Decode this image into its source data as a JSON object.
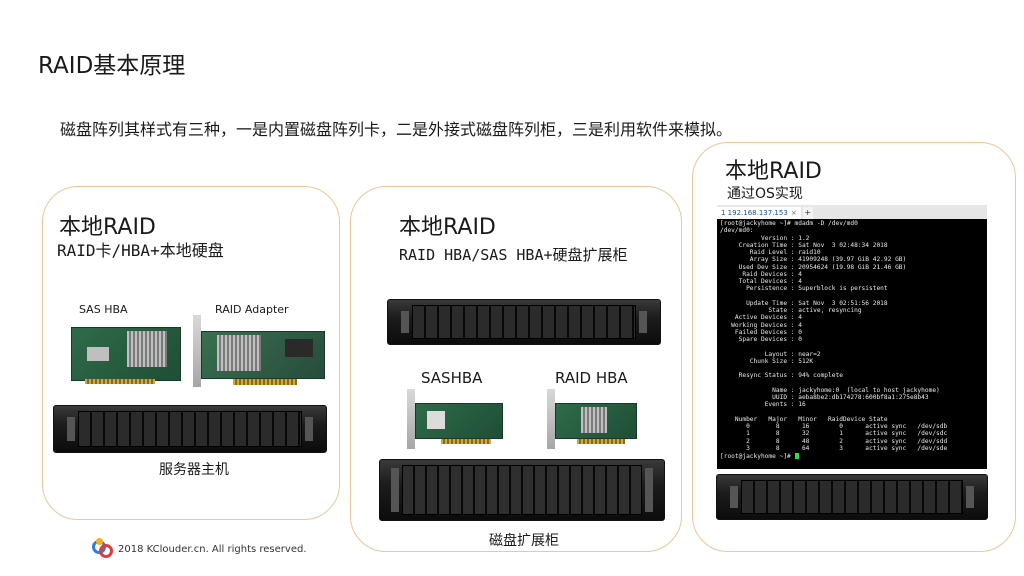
{
  "title": "RAID基本原理",
  "subtitle": "磁盘阵列其样式有三种，一是内置磁盘阵列卡，二是外接式磁盘阵列柜，三是利用软件来模拟。",
  "card1": {
    "title": "本地RAID",
    "subtitle": "RAID卡/HBA+本地硬盘",
    "label_hba": "SAS HBA",
    "label_adapter": "RAID Adapter",
    "caption": "服务器主机"
  },
  "card2": {
    "title": "本地RAID",
    "subtitle": "RAID HBA/SAS HBA+硬盘扩展柜",
    "label_hba": "SASHBA",
    "label_raid": "RAID HBA",
    "caption": "磁盘扩展柜"
  },
  "card3": {
    "title": "本地RAID",
    "subtitle": "通过OS实现"
  },
  "terminal": {
    "tab_label": "1 192.168.137.153",
    "lines": [
      "[root@jackyhome ~]# mdadm -D /dev/md0",
      "/dev/md0:",
      "           Version : 1.2",
      "     Creation Time : Sat Nov  3 02:48:34 2018",
      "        Raid Level : raid10",
      "        Array Size : 41909248 (39.97 GiB 42.92 GB)",
      "     Used Dev Size : 20954624 (19.98 GiB 21.46 GB)",
      "      Raid Devices : 4",
      "     Total Devices : 4",
      "       Persistence : Superblock is persistent",
      "",
      "       Update Time : Sat Nov  3 02:51:56 2018",
      "             State : active, resyncing",
      "    Active Devices : 4",
      "   Working Devices : 4",
      "    Failed Devices : 0",
      "     Spare Devices : 0",
      "",
      "            Layout : near=2",
      "        Chunk Size : 512K",
      "",
      "     Resync Status : 94% complete",
      "",
      "              Name : jackyhome:0  (local to host jackyhome)",
      "              UUID : aeba8be2:db174278:600bf8a1:275e8b43",
      "            Events : 16",
      "",
      "    Number   Major   Minor   RaidDevice State",
      "       0       8      16        0      active sync   /dev/sdb",
      "       1       8      32        1      active sync   /dev/sdc",
      "       2       8      48        2      active sync   /dev/sdd",
      "       3       8      64        3      active sync   /dev/sde"
    ],
    "prompt": "[root@jackyhome ~]# "
  },
  "footer": "2018 KClouder.cn. All rights reserved.",
  "colors": {
    "card_border": "#f0c59a",
    "terminal_bg": "#000000",
    "cursor": "#2ce04a"
  }
}
